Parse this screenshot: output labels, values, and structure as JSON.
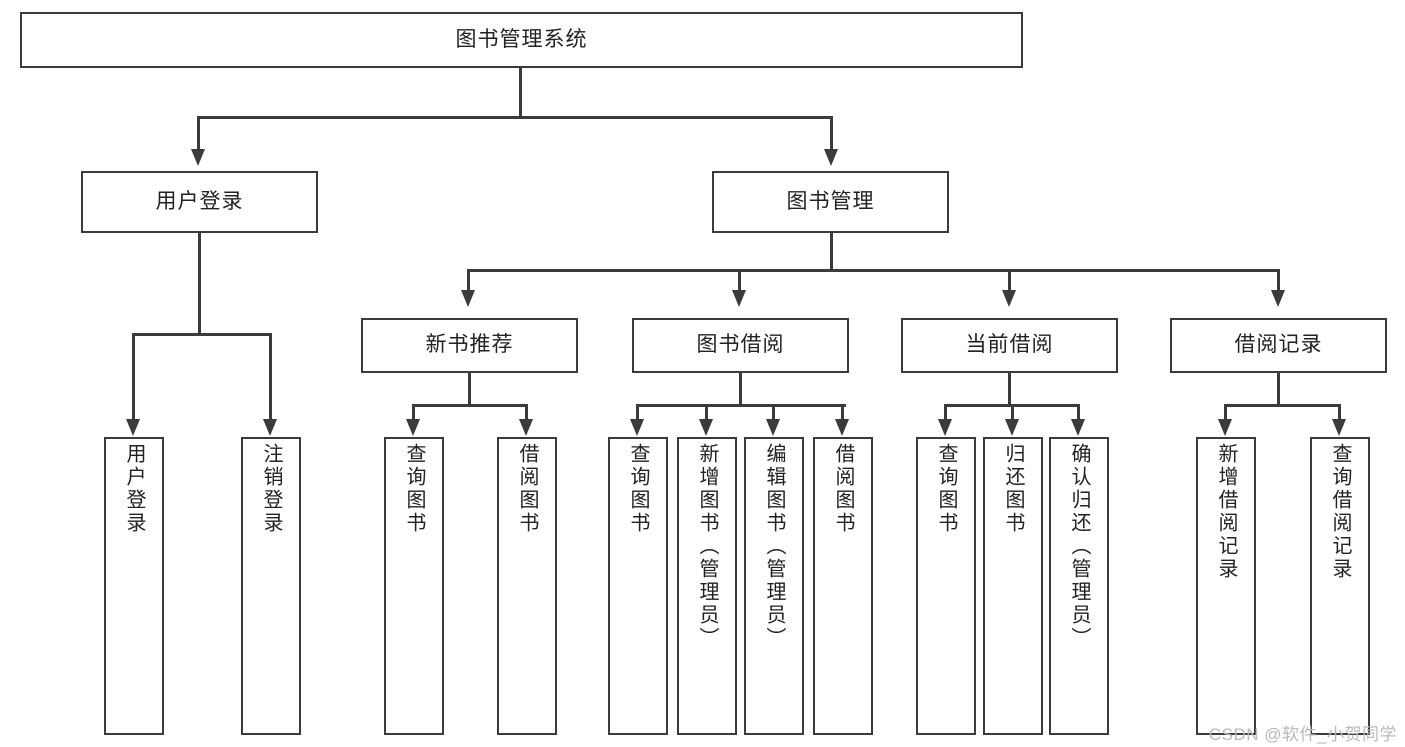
{
  "diagram": {
    "title": "图书管理系统",
    "type": "功能结构图",
    "root": {
      "id": "root",
      "label": "图书管理系统"
    },
    "level2": [
      {
        "id": "user-login",
        "label": "用户登录"
      },
      {
        "id": "book-manage",
        "label": "图书管理"
      }
    ],
    "level3": [
      {
        "id": "new-book-rec",
        "label": "新书推荐",
        "parent": "book-manage"
      },
      {
        "id": "book-borrow",
        "label": "图书借阅",
        "parent": "book-manage"
      },
      {
        "id": "current-borrow",
        "label": "当前借阅",
        "parent": "book-manage"
      },
      {
        "id": "borrow-record",
        "label": "借阅记录",
        "parent": "book-manage"
      }
    ],
    "leaves": [
      {
        "id": "leaf-user-login",
        "label": "用户登录",
        "parent": "user-login"
      },
      {
        "id": "leaf-user-logout",
        "label": "注销登录",
        "parent": "user-login"
      },
      {
        "id": "leaf-rec-query-book",
        "label": "查询图书",
        "parent": "new-book-rec"
      },
      {
        "id": "leaf-rec-borrow-book",
        "label": "借阅图书",
        "parent": "new-book-rec"
      },
      {
        "id": "leaf-borrow-query-book",
        "label": "查询图书",
        "parent": "book-borrow"
      },
      {
        "id": "leaf-borrow-add-book",
        "label": "新增图书（管理员）",
        "parent": "book-borrow"
      },
      {
        "id": "leaf-borrow-edit-book",
        "label": "编辑图书（管理员）",
        "parent": "book-borrow"
      },
      {
        "id": "leaf-borrow-borrow-book",
        "label": "借阅图书",
        "parent": "book-borrow"
      },
      {
        "id": "leaf-cur-query-book",
        "label": "查询图书",
        "parent": "current-borrow"
      },
      {
        "id": "leaf-cur-return-book",
        "label": "归还图书",
        "parent": "current-borrow"
      },
      {
        "id": "leaf-cur-confirm-return",
        "label": "确认归还（管理员）",
        "parent": "current-borrow"
      },
      {
        "id": "leaf-rec-add-record",
        "label": "新增借阅记录",
        "parent": "borrow-record"
      },
      {
        "id": "leaf-rec-query-record",
        "label": "查询借阅记录",
        "parent": "borrow-record"
      }
    ]
  },
  "watermark": {
    "text": "CSDN @软件_小贺同学"
  },
  "colors": {
    "stroke": "#3b3b3b",
    "text": "#222222",
    "background": "#ffffff",
    "watermark": "#b9b9b9"
  }
}
